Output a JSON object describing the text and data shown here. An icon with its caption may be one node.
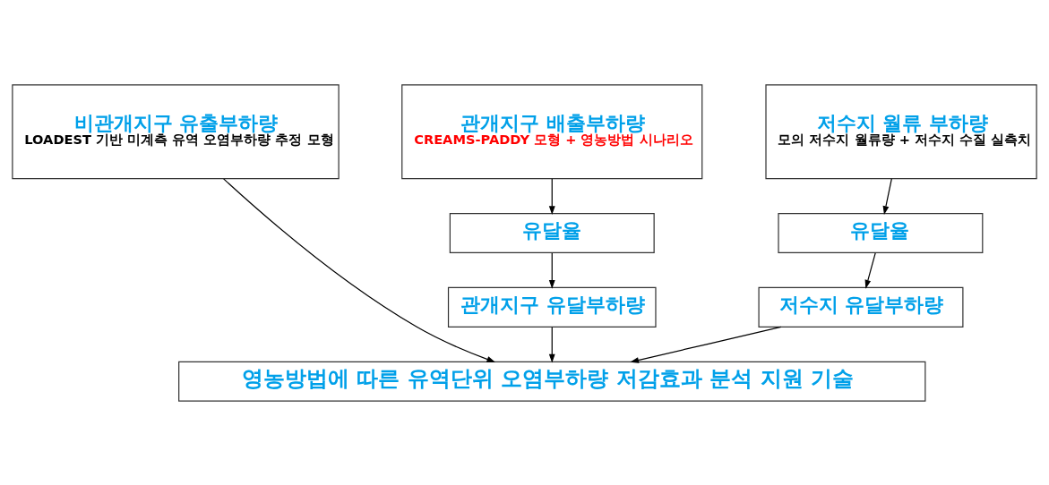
{
  "diagram": {
    "nodes": [
      {
        "text": [
          "비관개지구 유출부하량",
          "LOADEST 기반 미계측 유역 오염부하량 추정 모형"
        ]
      },
      {
        "text": [
          "관개지구 배출부하량",
          "CREAMS-PADDY 모형 + 영농방법 시나리오"
        ]
      },
      {
        "text": [
          "저수지 월류 부하량",
          "모의 저수지 월류량 + 저수지 수질 실측치"
        ]
      },
      {
        "text": [
          "유달율"
        ]
      },
      {
        "text": [
          "유달율"
        ]
      },
      {
        "text": [
          "관개지구 유달부하량"
        ]
      },
      {
        "text": [
          "저수지 유달부하량"
        ]
      },
      {
        "text": [
          "영농방법에 따른 유역단위 오염부하량 저감효과 분석 지원 기술"
        ]
      }
    ],
    "edges": [
      {
        "from": 0,
        "to": 7,
        "arrow": "to"
      },
      {
        "from": 1,
        "to": 3,
        "arrow": "to"
      },
      {
        "from": 3,
        "to": 5,
        "arrow": "to"
      },
      {
        "from": 5,
        "to": 7,
        "arrow": "to"
      },
      {
        "from": 2,
        "to": 4,
        "arrow": "to"
      },
      {
        "from": 4,
        "to": 6,
        "arrow": "to"
      },
      {
        "from": 6,
        "to": 7,
        "arrow": "to"
      }
    ]
  }
}
